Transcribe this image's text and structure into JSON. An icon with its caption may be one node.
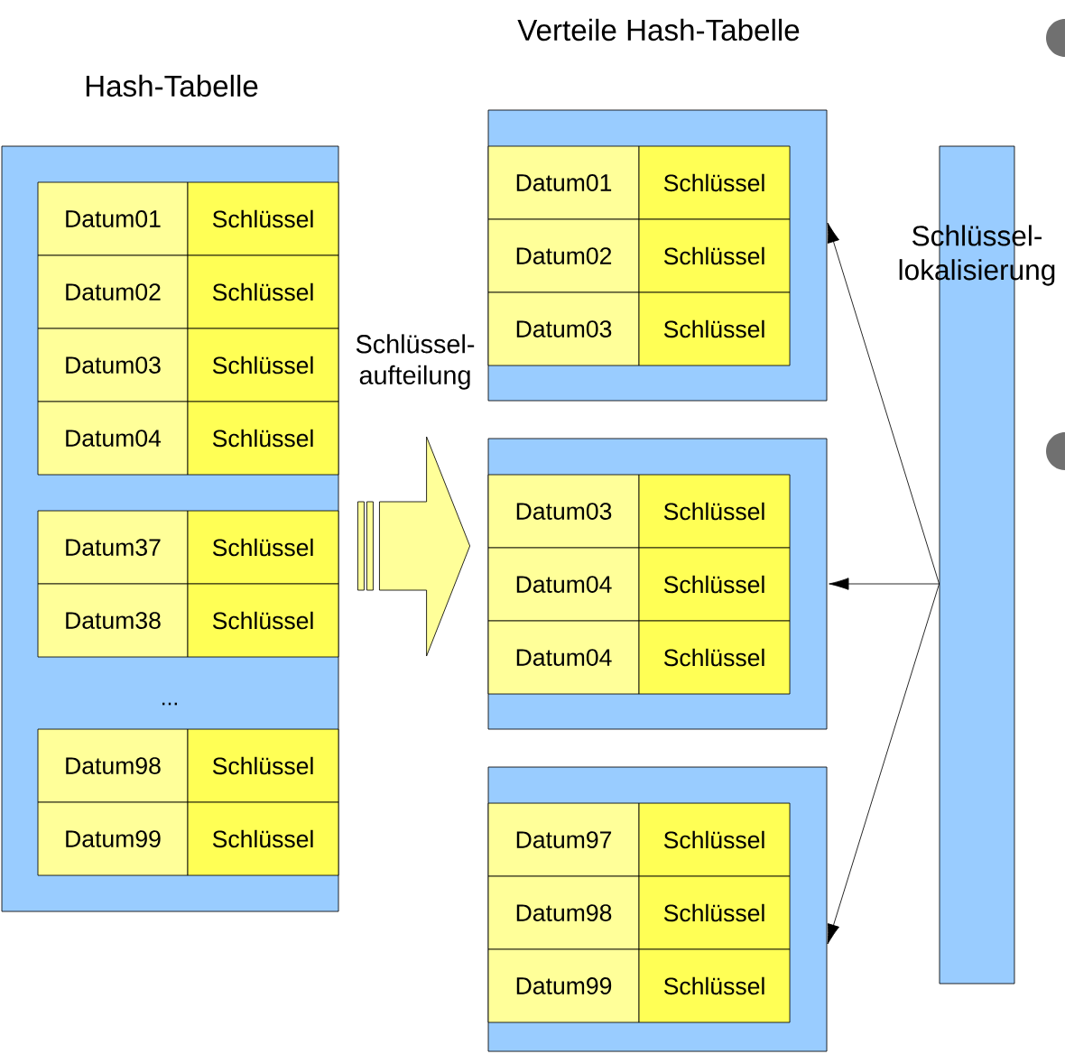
{
  "diagram": {
    "nodes": [
      {
        "text": [],
        "shape": "box"
      },
      {
        "text": [
          "Datum01"
        ],
        "in": 0
      },
      {
        "text": [
          "Schlüssel"
        ],
        "in": 0
      },
      {
        "text": [
          "Datum02"
        ],
        "in": 0
      },
      {
        "text": [
          "Schlüssel"
        ],
        "in": 0
      },
      {
        "text": [
          "Datum03"
        ],
        "in": 0
      },
      {
        "text": [
          "Schlüssel"
        ],
        "in": 0
      },
      {
        "text": [
          "Datum04"
        ],
        "in": 0
      },
      {
        "text": [
          "Schlüssel"
        ],
        "in": 0
      },
      {
        "text": [
          "Datum37"
        ],
        "in": 0
      },
      {
        "text": [
          "Schlüssel"
        ],
        "in": 0
      },
      {
        "text": [
          "Datum38"
        ],
        "in": 0
      },
      {
        "text": [
          "Schlüssel"
        ],
        "in": 0
      },
      {
        "text": [
          "Datum98"
        ],
        "in": 0
      },
      {
        "text": [
          "Schlüssel"
        ],
        "in": 0
      },
      {
        "text": [
          "Datum99"
        ],
        "in": 0
      },
      {
        "text": [
          "Schlüssel"
        ],
        "in": 0
      },
      {
        "text": [],
        "shape": "box"
      },
      {
        "text": [
          "Datum01"
        ],
        "in": 17
      },
      {
        "text": [
          "Schlüssel"
        ],
        "in": 17
      },
      {
        "text": [
          "Datum02"
        ],
        "in": 17
      },
      {
        "text": [
          "Schlüssel"
        ],
        "in": 17
      },
      {
        "text": [
          "Datum03"
        ],
        "in": 17
      },
      {
        "text": [
          "Schlüssel"
        ],
        "in": 17
      },
      {
        "text": [],
        "shape": "box"
      },
      {
        "text": [
          "Datum03"
        ],
        "in": 24
      },
      {
        "text": [
          "Schlüssel"
        ],
        "in": 24
      },
      {
        "text": [
          "Datum04"
        ],
        "in": 24
      },
      {
        "text": [
          "Schlüssel"
        ],
        "in": 24
      },
      {
        "text": [
          "Datum04"
        ],
        "in": 24
      },
      {
        "text": [
          "Schlüssel"
        ],
        "in": 24
      },
      {
        "text": [],
        "shape": "box"
      },
      {
        "text": [
          "Datum97"
        ],
        "in": 31
      },
      {
        "text": [
          "Schlüssel"
        ],
        "in": 31
      },
      {
        "text": [
          "Datum98"
        ],
        "in": 31
      },
      {
        "text": [
          "Schlüssel"
        ],
        "in": 31
      },
      {
        "text": [
          "Datum99"
        ],
        "in": 31
      },
      {
        "text": [
          "Schlüssel"
        ],
        "in": 31
      },
      {
        "text": [
          "Schlüssel- lokalisierung"
        ]
      }
    ],
    "edges": [
      {
        "from": 0,
        "to": 24,
        "arrow": "to",
        "style": "thick"
      },
      {
        "from": 38,
        "to": 17,
        "arrow": "to"
      },
      {
        "from": 38,
        "to": 24,
        "arrow": "to"
      },
      {
        "from": 38,
        "to": 31,
        "arrow": "to"
      }
    ],
    "labels": [
      "Hash-Tabelle",
      "Verteile Hash-Tabelle",
      "Schlüssel- aufteilung",
      "..."
    ]
  }
}
